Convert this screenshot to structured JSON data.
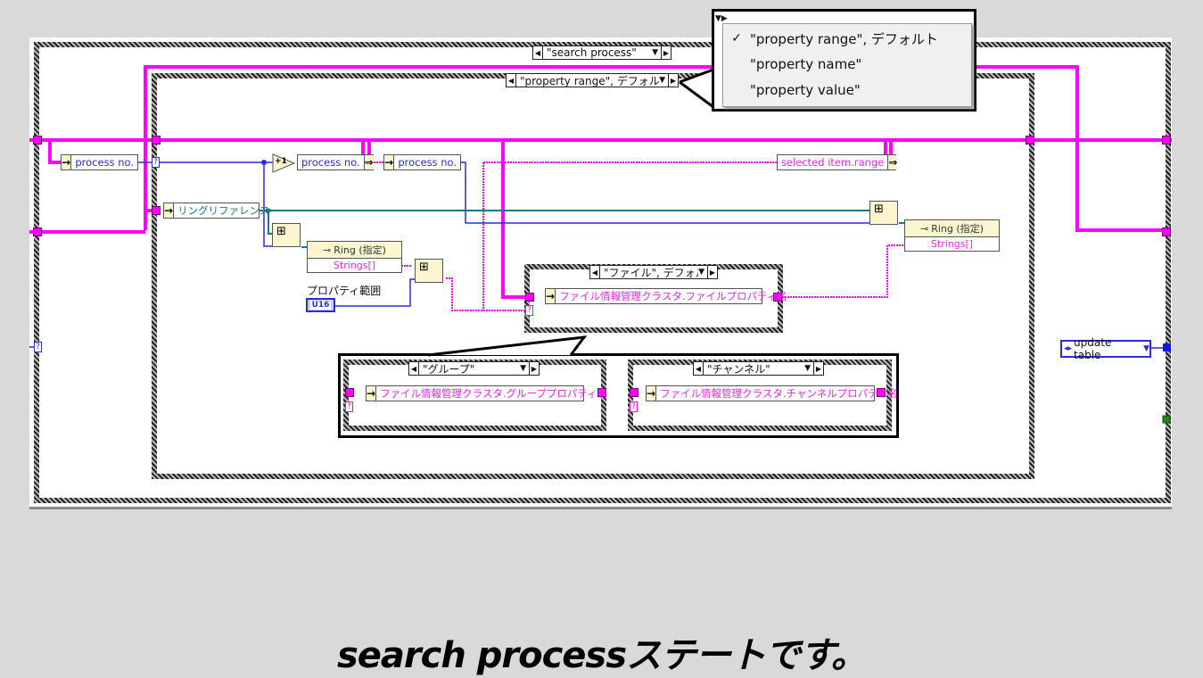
{
  "outer_case": {
    "selector_label": "\"search process\""
  },
  "inner_case": {
    "selector_label": "\"property range\", デフォルト"
  },
  "case_popup": {
    "items": [
      {
        "label": "\"property range\", デフォルト",
        "checked": true
      },
      {
        "label": "\"property name\"",
        "checked": false
      },
      {
        "label": "\"property value\"",
        "checked": false
      }
    ],
    "check_glyph": "✓"
  },
  "nodes": {
    "unbundle_process_no": "process no.",
    "increment_label": "+1",
    "bundle_process_no": "process no.",
    "unbundle_process_no_2": "process no.",
    "ring_reference": "リングリファレンス",
    "selected_item_range": "selected item.range",
    "ring_property_1": {
      "title": "Ring (指定)",
      "row": "Strings[]"
    },
    "ring_property_2": {
      "title": "Ring (指定)",
      "row": "Strings[]"
    },
    "property_range_label": "プロパティ範囲",
    "u16_constant": "U16",
    "update_table": "update table"
  },
  "file_case": {
    "selector_label": "\"ファイル\", デフォルト",
    "node_label": "ファイル情報管理クラスタ.ファイルプロパティ名"
  },
  "group_case": {
    "selector_label": "\"グループ\"",
    "node_label": "ファイル情報管理クラスタ.グループプロパティ名"
  },
  "channel_case": {
    "selector_label": "\"チャンネル\"",
    "node_label": "ファイル情報管理クラスタ.チャンネルプロパティ名"
  },
  "terminals": {
    "unknown_glyph": "?"
  },
  "colors": {
    "string_wire": "#ff00ff",
    "numeric_wire": "#2a2ae0",
    "refnum_wire": "#127c7c",
    "background": "#d9d9d9"
  },
  "caption": "search processステートです。"
}
